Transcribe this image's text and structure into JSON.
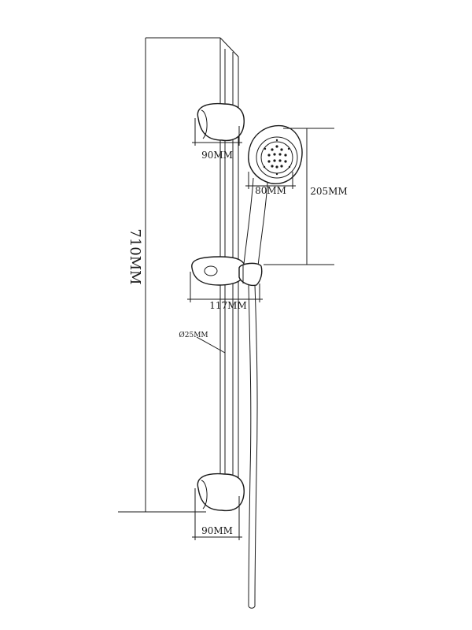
{
  "dimensions": {
    "total_height": "710MM",
    "top_bracket_width": "90MM",
    "bottom_bracket_width": "90MM",
    "head_diameter": "80MM",
    "head_length": "205MM",
    "slider_width": "117MM",
    "rail_diameter": "Ø25MM"
  }
}
